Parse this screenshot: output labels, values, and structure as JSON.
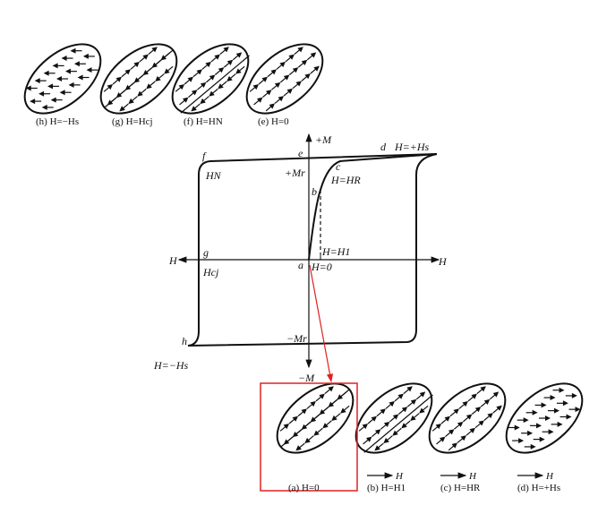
{
  "captions_top": [
    {
      "id": "h",
      "text": "(h) H=−Hs",
      "mode": "left"
    },
    {
      "id": "g",
      "text": "(g) H=Hcj",
      "mode": "domain"
    },
    {
      "id": "f",
      "text": "(f) H=HN",
      "mode": "domain2"
    },
    {
      "id": "e",
      "text": "(e) H=0",
      "mode": "up"
    }
  ],
  "captions_bottom": [
    {
      "id": "a",
      "text": "(a) H=0",
      "mode": "domain"
    },
    {
      "id": "b",
      "text": "(b) H=H1",
      "mode": "domain2"
    },
    {
      "id": "c",
      "text": "(c) H=HR",
      "mode": "up"
    },
    {
      "id": "d",
      "text": "(d) H=+Hs",
      "mode": "right"
    }
  ],
  "field_label": "H",
  "axes": {
    "plus_m": "+M",
    "minus_m": "−M",
    "h_left": "H",
    "h_right": "H"
  },
  "points": {
    "a": "a",
    "b": "b",
    "c": "c",
    "d": "d",
    "e": "e",
    "f": "f",
    "g": "g",
    "h": "h"
  },
  "annotations": {
    "plus_hs": "H=+Hs",
    "minus_hs": "H=−Hs",
    "plus_mr": "+Mr",
    "minus_mr": "−Mr",
    "hn": "HN",
    "hcj": "Hcj",
    "hr": "H=HR",
    "h1": "H=H1",
    "h0": "H=0"
  },
  "colors": {
    "highlight": "#e02020",
    "ink": "#111111"
  }
}
